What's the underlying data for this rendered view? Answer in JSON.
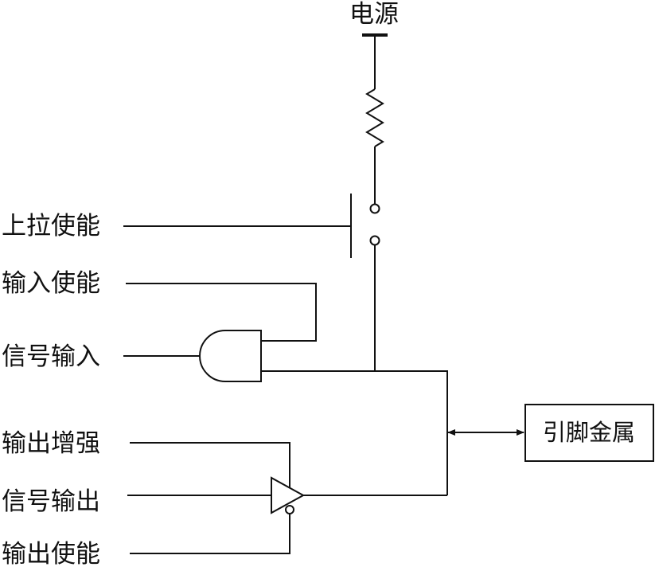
{
  "power_label": "电源",
  "inputs": {
    "pullup_enable": "上拉使能",
    "input_enable": "输入使能",
    "signal_input": "信号输入",
    "output_boost": "输出增强",
    "signal_output": "信号输出",
    "output_enable": "输出使能"
  },
  "pin_label": "引脚金属",
  "colors": {
    "line": "#111111",
    "background": "#ffffff"
  }
}
